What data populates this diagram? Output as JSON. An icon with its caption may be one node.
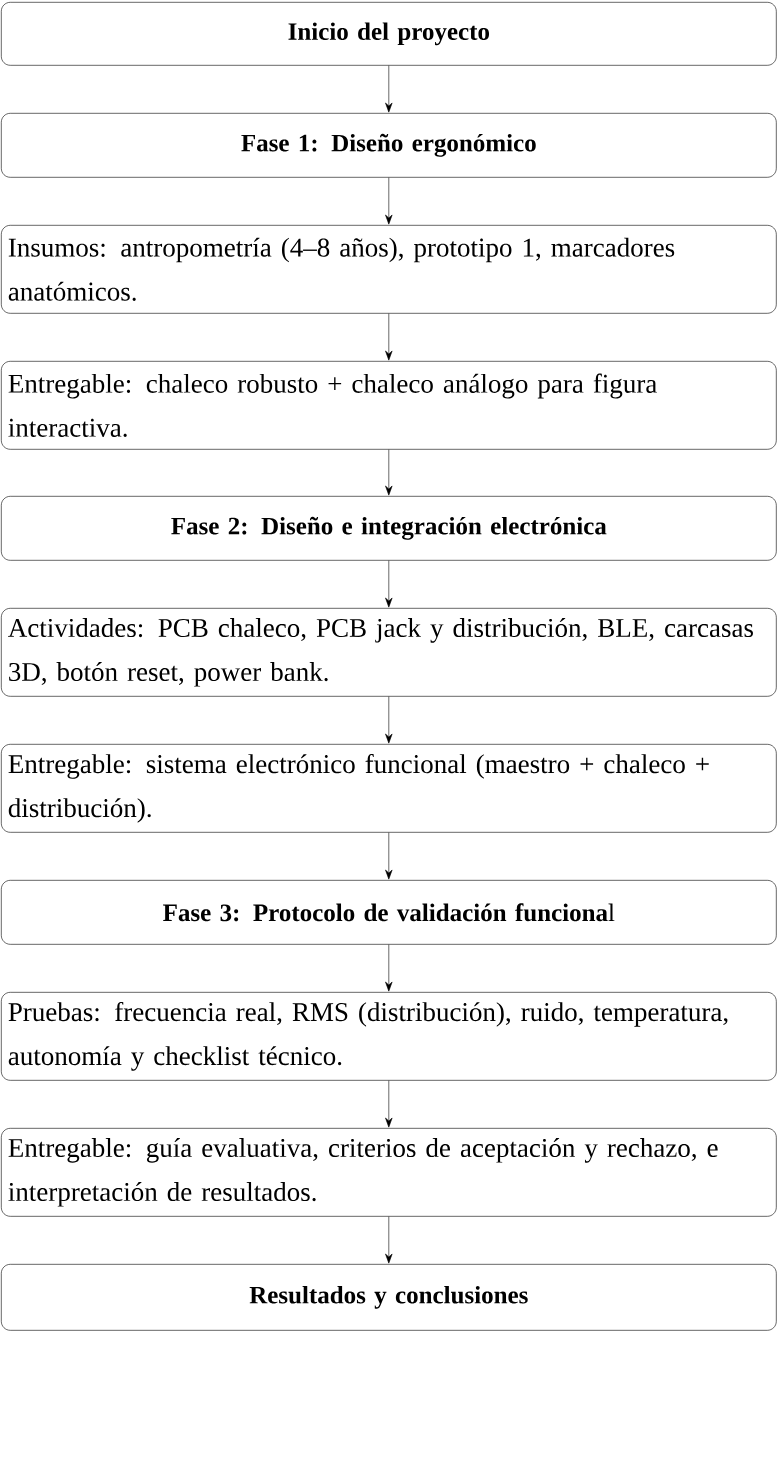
{
  "diagram": {
    "nodes": [
      {
        "text": [
          "Inicio del proyecto"
        ]
      },
      {
        "text": [
          "Fase 1: Diseño ergonómico"
        ]
      },
      {
        "text": [
          "Insumos: antropometría (4–8 años), prototipo 1, marcadores anatómicos."
        ]
      },
      {
        "text": [
          "Entregable: chaleco robusto + chaleco análogo para figura interactiva."
        ]
      },
      {
        "text": [
          "Fase 2: Diseño e integración electrónica"
        ]
      },
      {
        "text": [
          "Actividades: PCB chaleco, PCB jack y distribución, BLE, carcasas 3D, botón reset, power bank."
        ]
      },
      {
        "text": [
          "Entregable: sistema electrónico funcional (maestro + chaleco + distribución)."
        ]
      },
      {
        "text": [
          "**Fase 3: Protocolo de validación funciona**l"
        ]
      },
      {
        "text": [
          "Pruebas: frecuencia real, RMS (distribución), ruido, temperatura, autonomía y checklist técnico."
        ]
      },
      {
        "text": [
          "Entregable: guía evaluativa, criterios de aceptación y rechazo, e interpretación de resultados."
        ]
      },
      {
        "text": [
          "Resultados y conclusiones"
        ]
      }
    ],
    "edges": [
      {
        "from": 0,
        "to": 1,
        "arrow": "to"
      },
      {
        "from": 1,
        "to": 2,
        "arrow": "to"
      },
      {
        "from": 2,
        "to": 3,
        "arrow": "to"
      },
      {
        "from": 3,
        "to": 4,
        "arrow": "to"
      },
      {
        "from": 4,
        "to": 5,
        "arrow": "to"
      },
      {
        "from": 5,
        "to": 6,
        "arrow": "to"
      },
      {
        "from": 6,
        "to": 7,
        "arrow": "to"
      },
      {
        "from": 7,
        "to": 8,
        "arrow": "to"
      },
      {
        "from": 8,
        "to": 9,
        "arrow": "to"
      },
      {
        "from": 9,
        "to": 10,
        "arrow": "to"
      }
    ]
  }
}
